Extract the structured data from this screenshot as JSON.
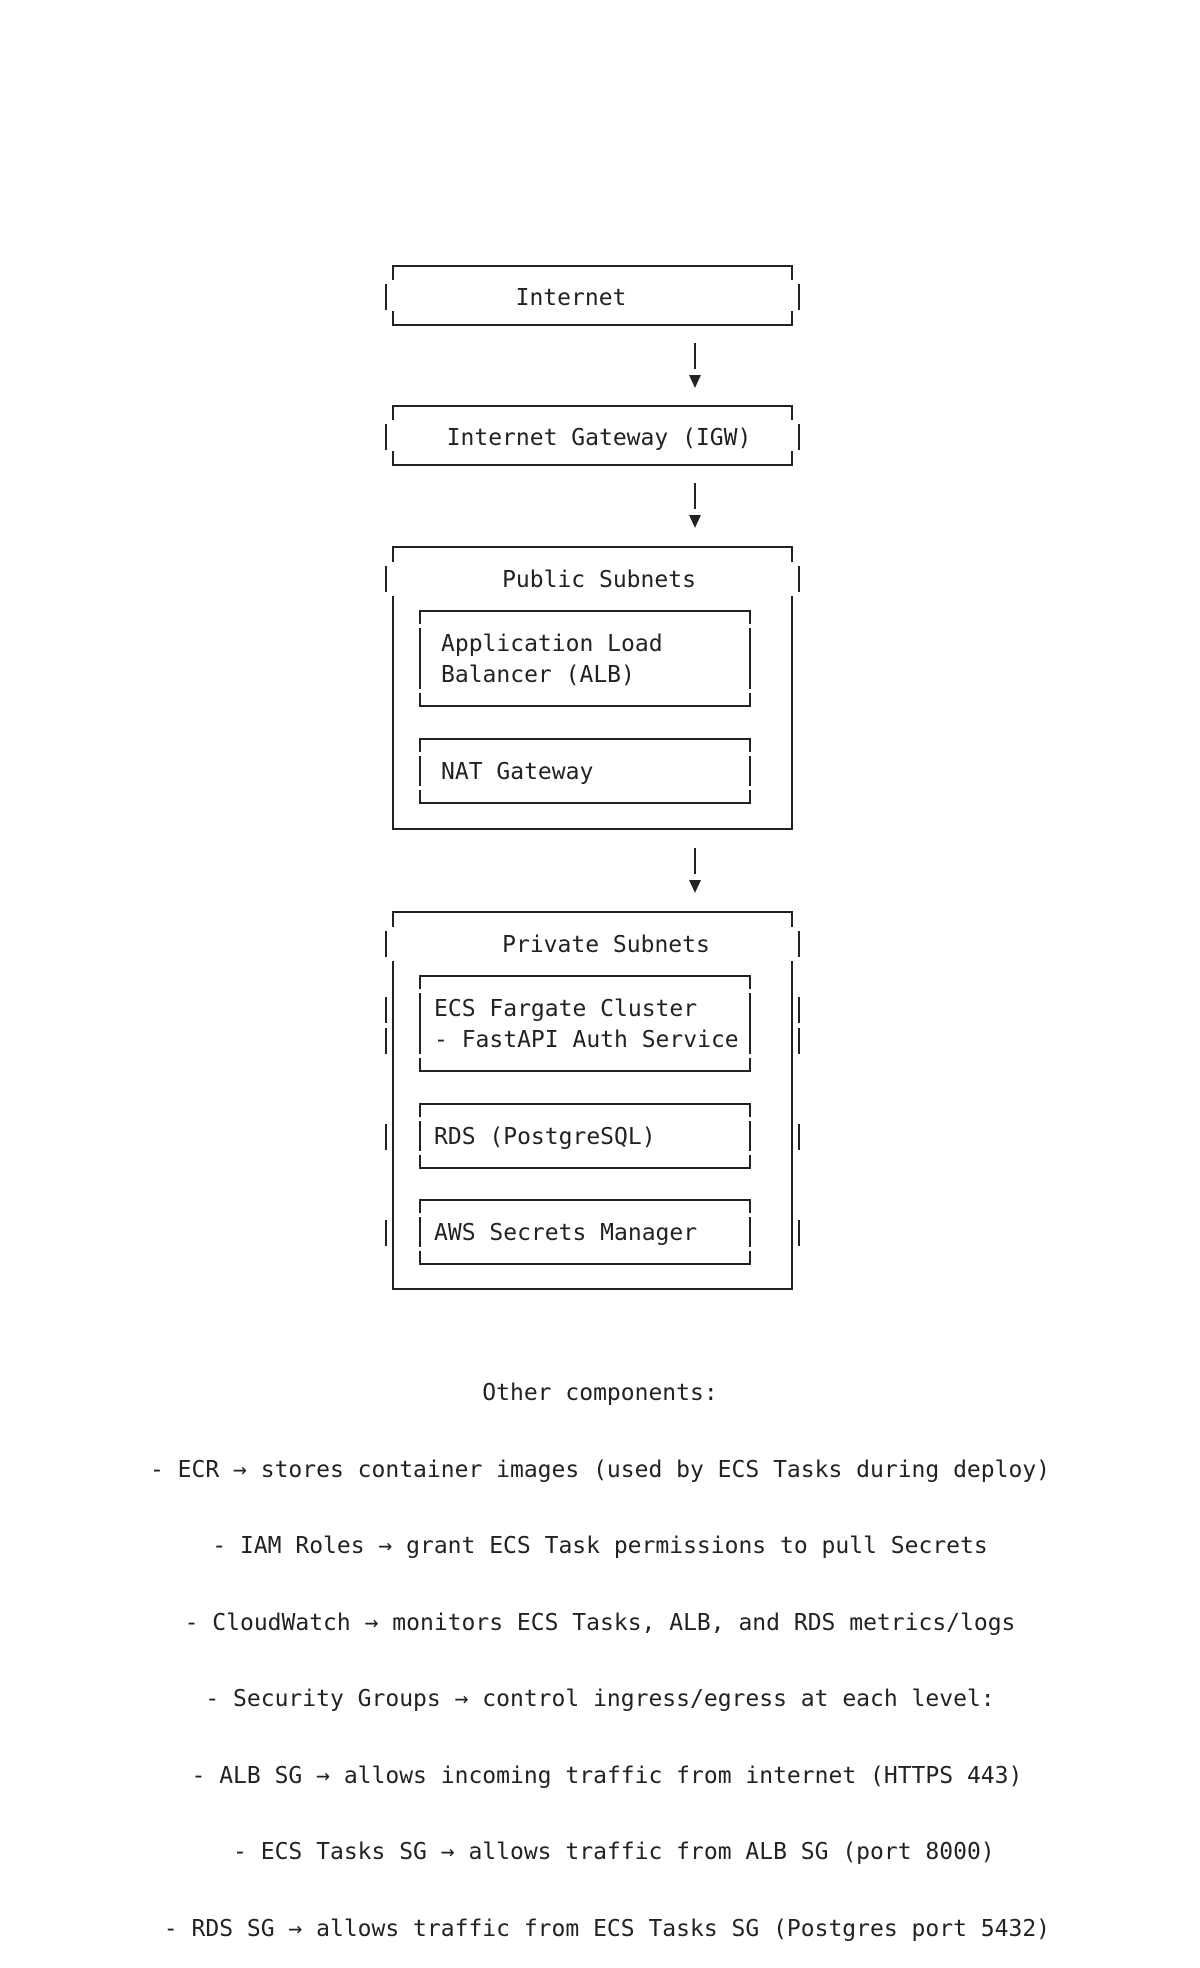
{
  "diagram": {
    "internet": {
      "label": "Internet"
    },
    "igw": {
      "label": "Internet Gateway (IGW)"
    },
    "public_subnets": {
      "title": "Public Subnets",
      "alb": {
        "line1": "Application Load",
        "line2": "Balancer (ALB)"
      },
      "nat": {
        "label": "NAT Gateway"
      }
    },
    "private_subnets": {
      "title": "Private Subnets",
      "ecs": {
        "line1": "ECS Fargate Cluster",
        "line2": "- FastAPI Auth Service"
      },
      "rds": {
        "label": "RDS (PostgreSQL)"
      },
      "secrets": {
        "label": "AWS Secrets Manager"
      }
    }
  },
  "notes": {
    "heading": "Other components:",
    "items": [
      "- ECR → stores container images (used by ECS Tasks during deploy)",
      "- IAM Roles → grant ECS Task permissions to pull Secrets",
      "- CloudWatch → monitors ECS Tasks, ALB, and RDS metrics/logs",
      "- Security Groups → control ingress/egress at each level:",
      " - ALB SG → allows incoming traffic from internet (HTTPS 443)",
      "  - ECS Tasks SG → allows traffic from ALB SG (port 8000)",
      " - RDS SG → allows traffic from ECS Tasks SG (Postgres port 5432)"
    ]
  }
}
